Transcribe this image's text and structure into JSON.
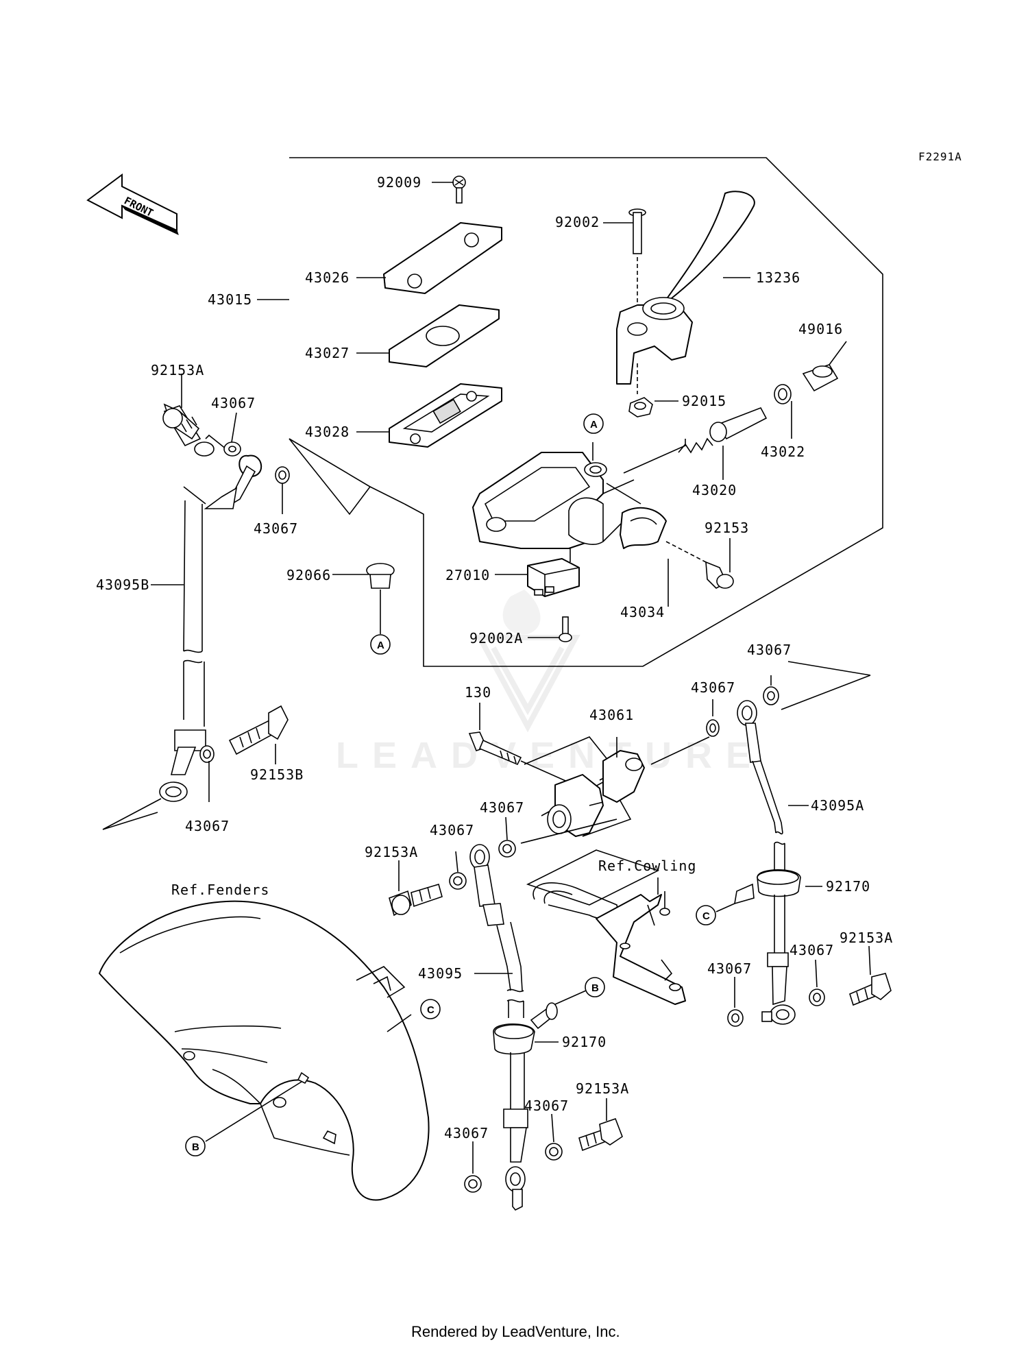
{
  "diagram_code": "F2291A",
  "front_label": "FRONT",
  "watermark": "LEADVENTURE",
  "footer": "Rendered by LeadVenture, Inc.",
  "refs": {
    "fenders": "Ref.Fenders",
    "cowling": "Ref.Cowling"
  },
  "markers": {
    "a": "A",
    "b": "B",
    "c": "C"
  },
  "parts": {
    "p92009": "92009",
    "p43026": "43026",
    "p43015": "43015",
    "p43027": "43027",
    "p43028": "43028",
    "p92002": "92002",
    "p13236": "13236",
    "p49016": "49016",
    "p92015": "92015",
    "p43022": "43022",
    "p43020": "43020",
    "p92153": "92153",
    "p27010": "27010",
    "p43034": "43034",
    "p92002A": "92002A",
    "p92066": "92066",
    "p92153A": "92153A",
    "p43067": "43067",
    "p43095B": "43095B",
    "p92153B": "92153B",
    "p130": "130",
    "p43061": "43061",
    "p43095A": "43095A",
    "p92170": "92170",
    "p43095": "43095"
  }
}
